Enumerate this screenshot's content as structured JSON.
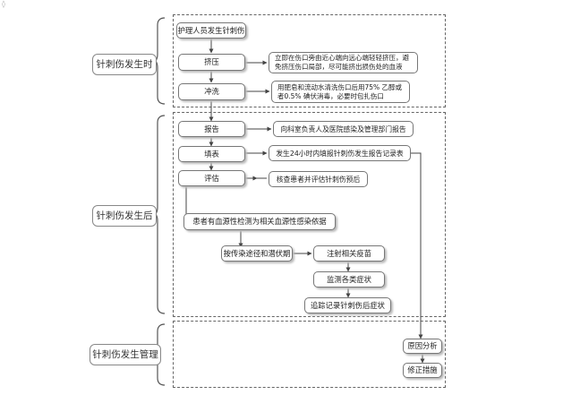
{
  "sections": [
    {
      "label": "针刺伤发生时"
    },
    {
      "label": "针刺伤发生后"
    },
    {
      "label": "针刺伤发生管理"
    }
  ],
  "boxes": {
    "incident": "护理人员发生针刺伤",
    "squeeze": "挤压",
    "squeeze_note": "立即在伤口旁由近心端向远心端轻轻挤压，避免挤压伤口局部，尽可能挤出损伤处的血液",
    "rinse": "冲洗",
    "rinse_note": "用肥皂和流动水清洗伤口后用75% 乙醇或者0.5% 碘伏消毒，必要时包扎伤口",
    "report": "报告",
    "report_note": "向科室负责人及医院感染及管理部门报告",
    "fill": "填表",
    "fill_note": "发生24小时内填报针刺伤发生报告记录表",
    "assess": "评估",
    "assess_note": "核查患者并评估针刺伤预后",
    "blood_test": "患者有血源性检测为相关血源性感染依据",
    "route": "按传染途径和潜伏期",
    "vaccine": "注射相关疫苗",
    "monitor": "监测各类症状",
    "track": "追踪记录针刺伤后症状",
    "cause": "原因分析",
    "fix": "修正措施"
  }
}
